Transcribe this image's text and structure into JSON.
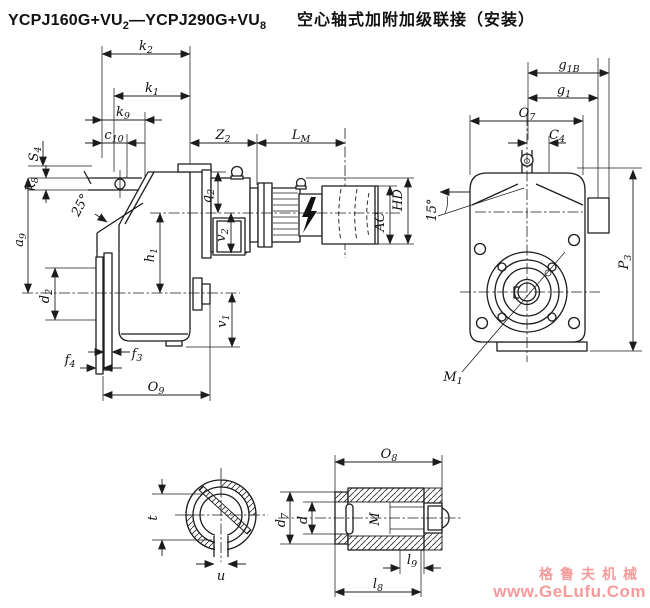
{
  "header": {
    "model_prefix": "YCPJ160G+VU",
    "model_sub1": "2",
    "model_mid": "—YCPJ290G+VU",
    "model_sub2": "8",
    "subtitle": "空心轴式加附加级联接（安装）"
  },
  "watermark": {
    "brand": "格鲁夫机械",
    "url": "www.GeLufu.Com",
    "color": "#f59b9b"
  },
  "drawing": {
    "ink": "#1c1c1c",
    "background": "#ffffff"
  },
  "dims": {
    "k2": {
      "b": "k",
      "s": "2"
    },
    "k1": {
      "b": "k",
      "s": "1"
    },
    "k9": {
      "b": "k",
      "s": "9"
    },
    "c10": {
      "b": "c",
      "s": "10"
    },
    "S4": {
      "b": "S",
      "s": "4"
    },
    "k8": {
      "b": "k",
      "s": "8"
    },
    "a9": {
      "b": "a",
      "s": "9"
    },
    "angle25": {
      "b": "25°",
      "s": ""
    },
    "Z2": {
      "b": "Z",
      "s": "2"
    },
    "LM": {
      "b": "L",
      "s": "M"
    },
    "q2": {
      "b": "q",
      "s": "2"
    },
    "v2": {
      "b": "v",
      "s": "2"
    },
    "h1": {
      "b": "h",
      "s": "1"
    },
    "d2": {
      "b": "d",
      "s": "2"
    },
    "HD": {
      "b": "HD",
      "s": ""
    },
    "AC": {
      "b": "AC",
      "s": ""
    },
    "v1": {
      "b": "v",
      "s": "1"
    },
    "f3": {
      "b": "f",
      "s": "3"
    },
    "f4": {
      "b": "f",
      "s": "4"
    },
    "O9": {
      "b": "O",
      "s": "9"
    },
    "g1B": {
      "b": "g",
      "s": "1B"
    },
    "g1": {
      "b": "g",
      "s": "1"
    },
    "O7": {
      "b": "O",
      "s": "7"
    },
    "C4": {
      "b": "C",
      "s": "4"
    },
    "angle15": {
      "b": "15°",
      "s": ""
    },
    "P3": {
      "b": "P",
      "s": "3"
    },
    "M1": {
      "b": "M",
      "s": "1"
    },
    "t": {
      "b": "t",
      "s": ""
    },
    "u": {
      "b": "u",
      "s": ""
    },
    "d7": {
      "b": "d",
      "s": "7"
    },
    "d": {
      "b": "d",
      "s": ""
    },
    "O8": {
      "b": "O",
      "s": "8"
    },
    "M": {
      "b": "M",
      "s": ""
    },
    "l9": {
      "b": "l",
      "s": "9"
    },
    "l8": {
      "b": "l",
      "s": "8"
    }
  }
}
